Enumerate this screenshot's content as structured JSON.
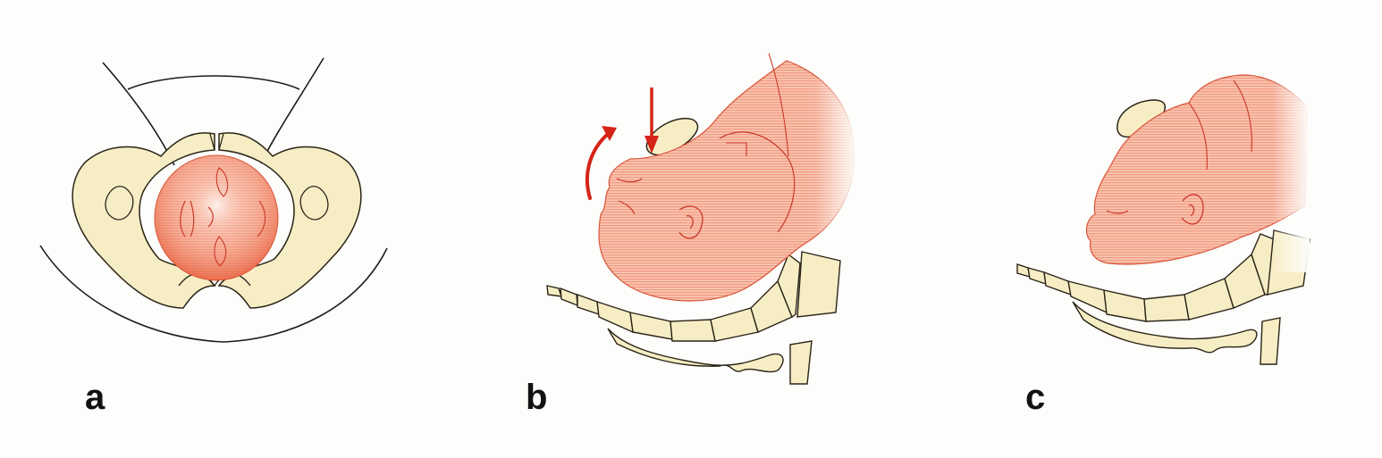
{
  "panels": [
    {
      "id": "a",
      "label": "a"
    },
    {
      "id": "b",
      "label": "b"
    },
    {
      "id": "c",
      "label": "c"
    }
  ],
  "colors": {
    "background": "#fdfdfb",
    "bone_fill": "#f7edc4",
    "bone_stroke": "#2a2418",
    "head_fill": "#f7bba7",
    "head_fill_dark": "#ee7f5f",
    "head_stroke": "#c83a28",
    "arrow": "#d42418",
    "outline": "#1c1c1c"
  },
  "icons": {
    "rotation_arrow": "curved-arrow-icon",
    "pressure_arrow": "down-arrow-icon"
  }
}
